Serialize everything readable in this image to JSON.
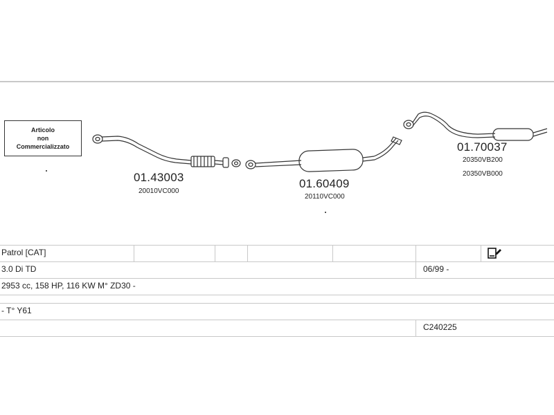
{
  "diagram": {
    "stamp": {
      "lines": [
        "Articolo",
        "non",
        "Commercializzato"
      ]
    },
    "parts": [
      {
        "part_number": "01.43003",
        "oem": [
          "20010VC000"
        ]
      },
      {
        "part_number": "01.60409",
        "oem": [
          "20110VC000"
        ]
      },
      {
        "part_number": "01.70037",
        "oem": [
          "20350VB200",
          "20350VB000"
        ]
      }
    ]
  },
  "table": {
    "model": "Patrol  [CAT]",
    "engine": "3.0 Di TD",
    "date": "06/99 -",
    "specs": "2953 cc, 158 HP, 116 KW M° ZD30 -",
    "type": "- T° Y61",
    "code": "C240225",
    "icon": "document-edit-icon"
  }
}
